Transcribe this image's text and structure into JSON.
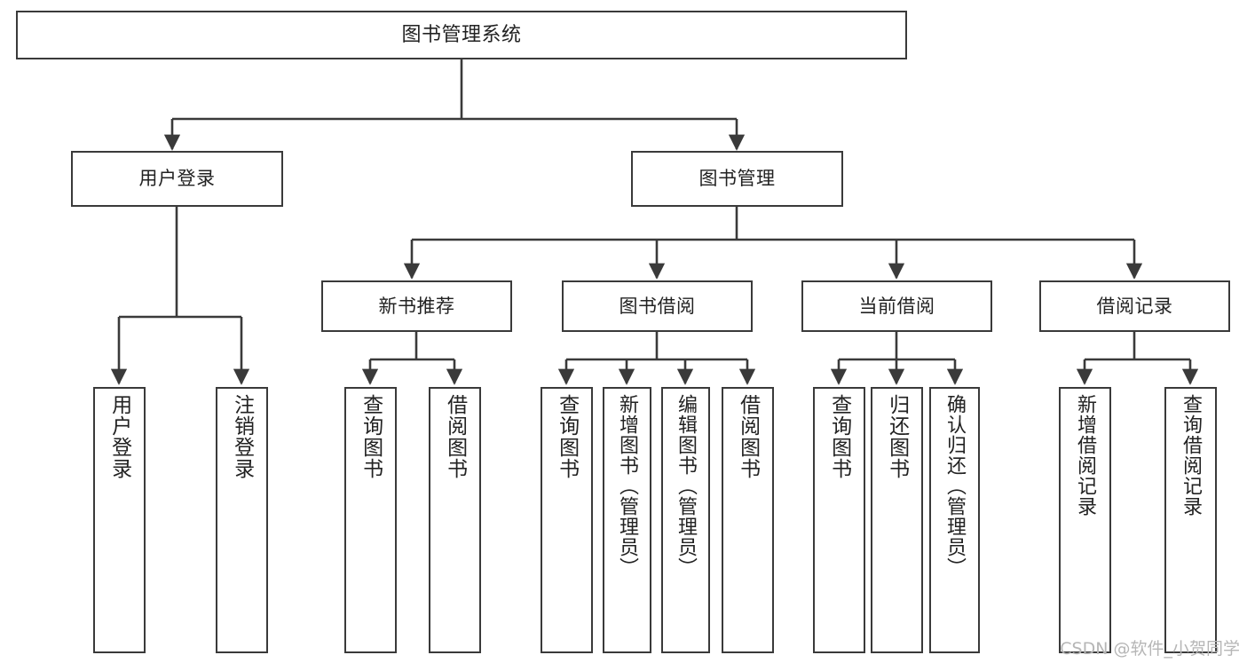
{
  "diagram": {
    "title": "图书管理系统",
    "type": "functional-structure-tree",
    "watermark": "CSDN @软件_小贺同学",
    "line_color": "#3a3a3a",
    "box_fill": "#ffffff",
    "text_color": "#222222",
    "watermark_color": "#b6b6b6"
  },
  "nodes": {
    "root": {
      "label": "图书管理系统",
      "level": 1,
      "orientation": "horizontal"
    },
    "user_login": {
      "label": "用户登录",
      "level": 2,
      "orientation": "horizontal"
    },
    "book_manage": {
      "label": "图书管理",
      "level": 2,
      "orientation": "horizontal"
    },
    "new_book_rec": {
      "label": "新书推荐",
      "level": 3,
      "orientation": "horizontal"
    },
    "book_borrow": {
      "label": "图书借阅",
      "level": 3,
      "orientation": "horizontal"
    },
    "current_borrow": {
      "label": "当前借阅",
      "level": 3,
      "orientation": "horizontal"
    },
    "borrow_record": {
      "label": "借阅记录",
      "level": 3,
      "orientation": "horizontal"
    },
    "leaf_user_login": {
      "label": "用户登录",
      "level": 3,
      "orientation": "vertical"
    },
    "leaf_logout": {
      "label": "注销登录",
      "level": 3,
      "orientation": "vertical"
    },
    "leaf_query_book_a": {
      "label": "查询图书",
      "level": 4,
      "orientation": "vertical"
    },
    "leaf_borrow_book_a": {
      "label": "借阅图书",
      "level": 4,
      "orientation": "vertical"
    },
    "leaf_query_book_b": {
      "label": "查询图书",
      "level": 4,
      "orientation": "vertical"
    },
    "leaf_add_book": {
      "label": "新增图书（管理员）",
      "level": 4,
      "orientation": "vertical"
    },
    "leaf_edit_book": {
      "label": "编辑图书（管理员）",
      "level": 4,
      "orientation": "vertical"
    },
    "leaf_borrow_book_b": {
      "label": "借阅图书",
      "level": 4,
      "orientation": "vertical"
    },
    "leaf_query_book_c": {
      "label": "查询图书",
      "level": 4,
      "orientation": "vertical"
    },
    "leaf_return_book": {
      "label": "归还图书",
      "level": 4,
      "orientation": "vertical"
    },
    "leaf_confirm_return": {
      "label": "确认归还（管理员）",
      "level": 4,
      "orientation": "vertical"
    },
    "leaf_add_record": {
      "label": "新增借阅记录",
      "level": 4,
      "orientation": "vertical"
    },
    "leaf_query_record": {
      "label": "查询借阅记录",
      "level": 4,
      "orientation": "vertical"
    }
  },
  "edges": [
    {
      "from": "root",
      "to": "user_login"
    },
    {
      "from": "root",
      "to": "book_manage"
    },
    {
      "from": "user_login",
      "to": "leaf_user_login"
    },
    {
      "from": "user_login",
      "to": "leaf_logout"
    },
    {
      "from": "book_manage",
      "to": "new_book_rec"
    },
    {
      "from": "book_manage",
      "to": "book_borrow"
    },
    {
      "from": "book_manage",
      "to": "current_borrow"
    },
    {
      "from": "book_manage",
      "to": "borrow_record"
    },
    {
      "from": "new_book_rec",
      "to": "leaf_query_book_a"
    },
    {
      "from": "new_book_rec",
      "to": "leaf_borrow_book_a"
    },
    {
      "from": "book_borrow",
      "to": "leaf_query_book_b"
    },
    {
      "from": "book_borrow",
      "to": "leaf_add_book"
    },
    {
      "from": "book_borrow",
      "to": "leaf_edit_book"
    },
    {
      "from": "book_borrow",
      "to": "leaf_borrow_book_b"
    },
    {
      "from": "current_borrow",
      "to": "leaf_query_book_c"
    },
    {
      "from": "current_borrow",
      "to": "leaf_return_book"
    },
    {
      "from": "current_borrow",
      "to": "leaf_confirm_return"
    },
    {
      "from": "borrow_record",
      "to": "leaf_add_record"
    },
    {
      "from": "borrow_record",
      "to": "leaf_query_record"
    }
  ]
}
